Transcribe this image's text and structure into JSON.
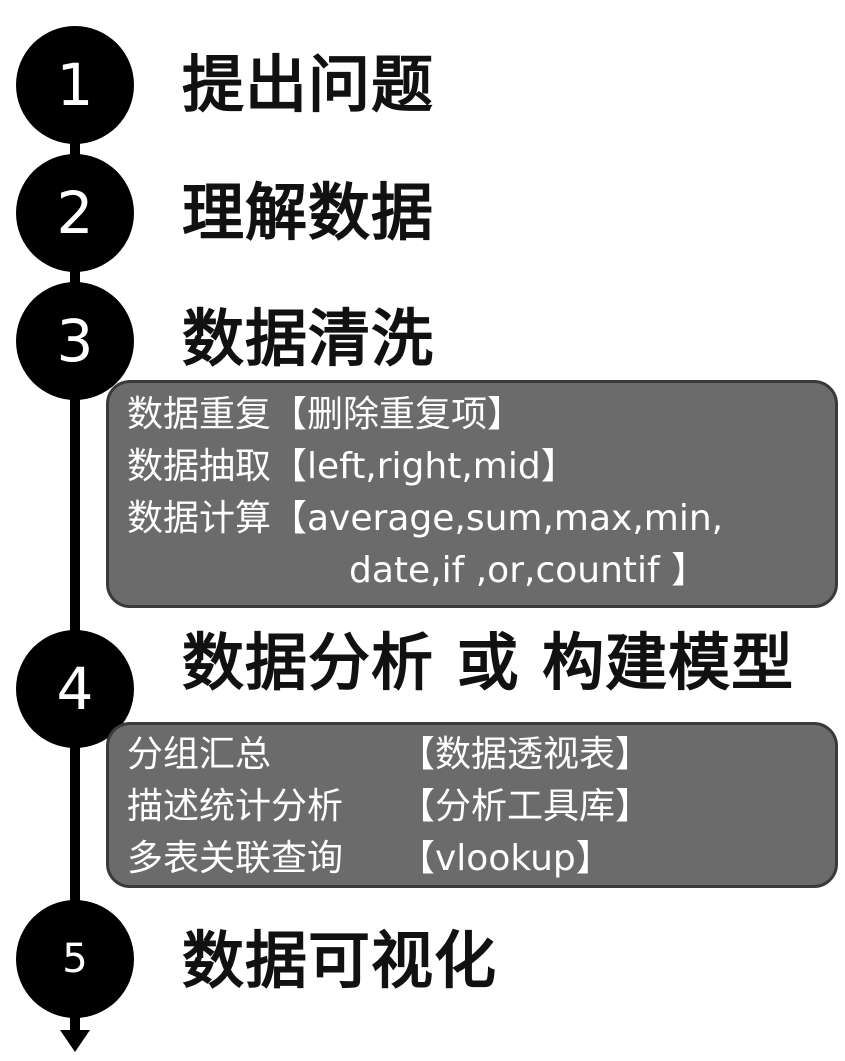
{
  "steps": [
    {
      "number": "1",
      "title": "提出问题"
    },
    {
      "number": "2",
      "title": "理解数据"
    },
    {
      "number": "3",
      "title": "数据清洗"
    },
    {
      "number": "4",
      "title": "数据分析 或 构建模型"
    },
    {
      "number": "5",
      "title": "数据可视化"
    }
  ],
  "cleaning_details": {
    "lines": [
      "数据重复【删除重复项】",
      "数据抽取【left,right,mid】",
      "数据计算【average,sum,max,min,",
      "date,if ,or,countif 】"
    ]
  },
  "analysis_details": {
    "rows": [
      {
        "label": "分组汇总",
        "tag": "【数据透视表】"
      },
      {
        "label": "描述统计分析",
        "tag": "【分析工具库】"
      },
      {
        "label": "多表关联查询",
        "tag": "【vlookup】"
      }
    ]
  }
}
